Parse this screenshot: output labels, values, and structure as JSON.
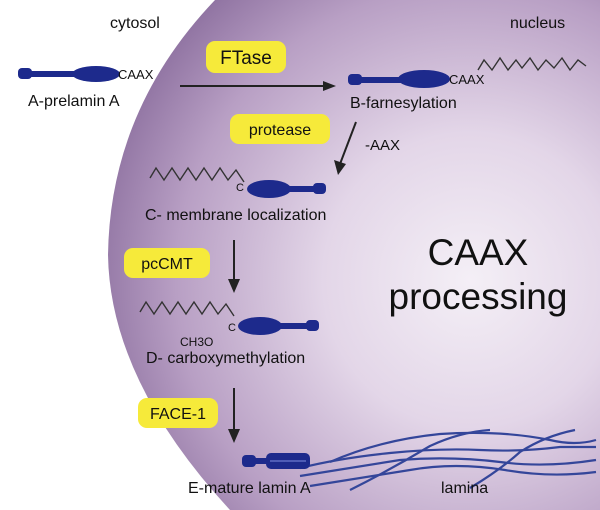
{
  "regions": {
    "cytosol": "cytosol",
    "nucleus": "nucleus"
  },
  "center_label": {
    "line1": "CAAX",
    "line2": "processing"
  },
  "enzymes": {
    "ftase": "FTase",
    "protease": "protease",
    "pccmt": "pcCMT",
    "face1": "FACE-1"
  },
  "steps": {
    "a": "A-prelamin A",
    "b": "B-farnesylation",
    "c": "C- membrane localization",
    "d": "D- carboxymethylation",
    "e": "E-mature lamin A"
  },
  "labels": {
    "caax_a": "CAAX",
    "caax_b": "CAAX",
    "minus_aax": "-AAX",
    "c_atom_c": "C",
    "c_atom_d": "C",
    "ch3o": "CH3O",
    "lamina": "lamina"
  },
  "colors": {
    "nucleus_light": "#f3eef6",
    "nucleus_mid": "#c8b3d1",
    "nucleus_dark": "#7d5f92",
    "protein": "#1d2a8c",
    "lamina": "#34469a",
    "enzyme_fill": "#f6ea3a",
    "arrow": "#222222"
  }
}
